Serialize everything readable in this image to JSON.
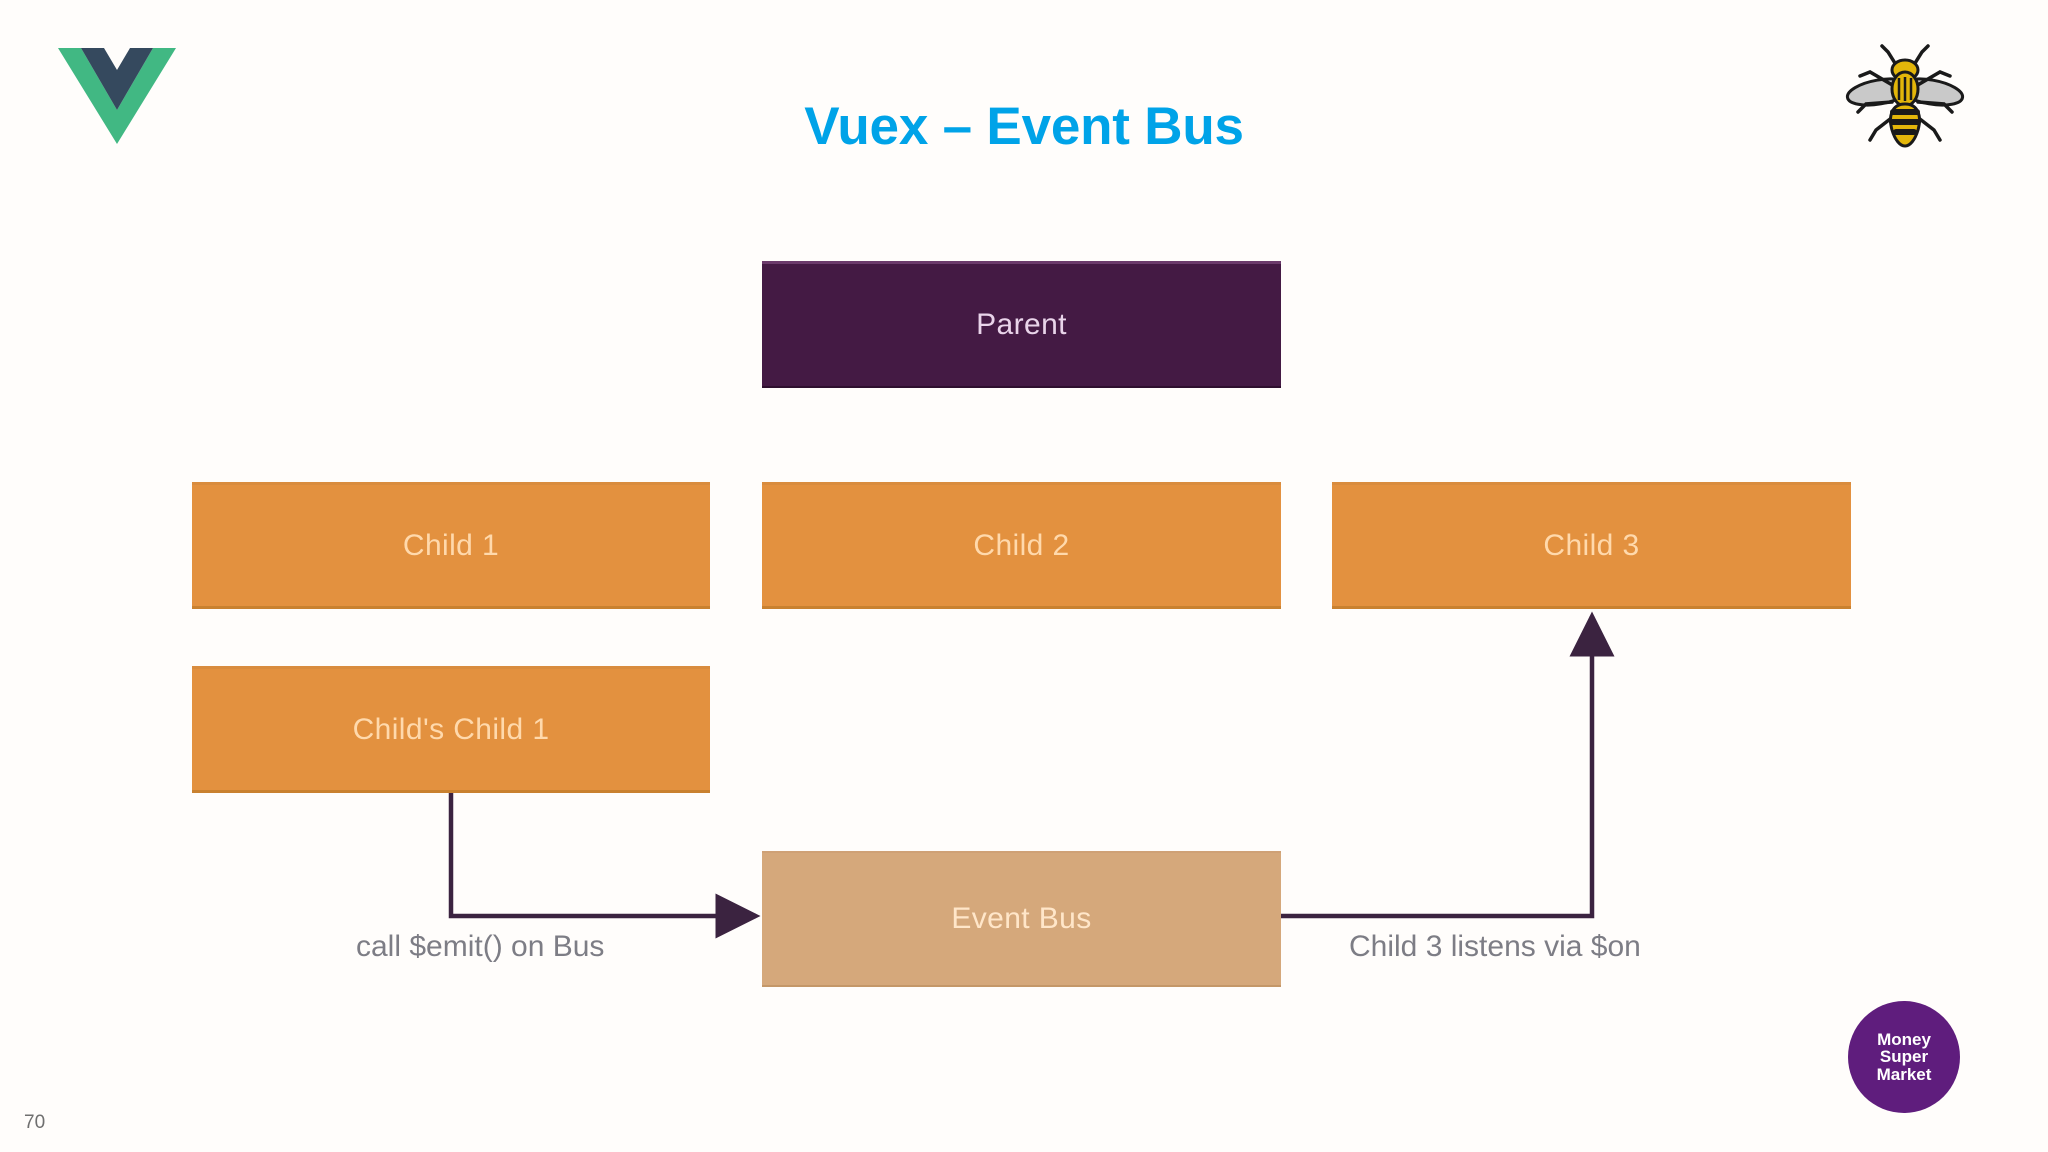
{
  "slide": {
    "title": "Vuex – Event Bus",
    "number": "70",
    "title_color": "#00a3e8",
    "background": "#fffdfb"
  },
  "logos": {
    "vue": {
      "name": "vue-logo",
      "green": "#41b883",
      "navy": "#35495e"
    },
    "bee": {
      "name": "manchester-bee-logo",
      "body": "#1a1a1a",
      "stripe": "#e3b60a",
      "wing": "#c9c9c9"
    },
    "msm": {
      "name": "moneysupermarket-logo",
      "line1": "Money",
      "line2": "Super",
      "line3": "Market",
      "circle_color": "#5f1d7d",
      "text_color": "#ffffff"
    }
  },
  "diagram": {
    "type": "flow",
    "nodes": [
      {
        "id": "parent",
        "label": "Parent",
        "fill": "#441a44",
        "text_color": "#e9d4ea"
      },
      {
        "id": "child1",
        "label": "Child 1",
        "fill": "#e3913f",
        "text_color": "#ffd9ac"
      },
      {
        "id": "child2",
        "label": "Child 2",
        "fill": "#e3913f",
        "text_color": "#ffd9ac"
      },
      {
        "id": "child3",
        "label": "Child 3",
        "fill": "#e3913f",
        "text_color": "#ffd9ac"
      },
      {
        "id": "childs_child1",
        "label": "Child's Child 1",
        "fill": "#e3913f",
        "text_color": "#ffd9ac"
      },
      {
        "id": "event_bus",
        "label": "Event Bus",
        "fill": "#d5a87b",
        "text_color": "#ffe6c9"
      }
    ],
    "connectors": [
      {
        "id": "emit",
        "from": "childs_child1",
        "to": "event_bus",
        "label": "call $emit() on Bus",
        "color": "#3b2340"
      },
      {
        "id": "listen",
        "from": "event_bus",
        "to": "child3",
        "label": "Child 3 listens via $on",
        "color": "#3b2340"
      }
    ],
    "caption_color": "#7d7d85"
  }
}
